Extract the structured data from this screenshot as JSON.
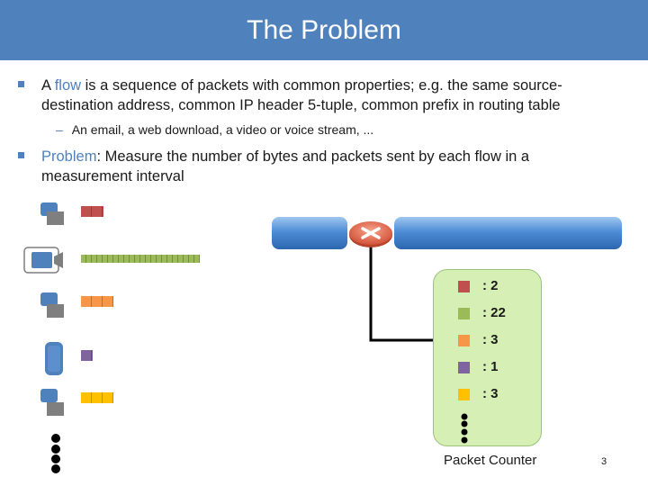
{
  "slide": {
    "title": "The Problem",
    "bullet1": {
      "pre": "A ",
      "term": "flow",
      "rest1": " is a sequence of packets with common properties; e.g. the same source-",
      "rest2": "destination address, common IP header 5-tuple, common prefix in routing table"
    },
    "sub1": "An email, a web download, a video or voice stream, ...",
    "bullet2": {
      "term": "Problem",
      "rest1": ": Measure the number of bytes and packets sent by each flow in a",
      "rest2": "measurement  interval"
    },
    "counter": {
      "label": "Packet Counter",
      "rows": [
        {
          "color": "#c0504d",
          "value": ": 2"
        },
        {
          "color": "#9bbb59",
          "value": ": 22"
        },
        {
          "color": "#f79646",
          "value": ": 3"
        },
        {
          "color": "#8064a2",
          "value": ": 1"
        },
        {
          "color": "#ffc000",
          "value": ": 3"
        }
      ]
    },
    "flows": [
      {
        "icon": "email-icon",
        "color": "#c0504d",
        "packets": 2
      },
      {
        "icon": "video-camera-icon",
        "color": "#9bbb59",
        "packets": 22
      },
      {
        "icon": "email-icon",
        "color": "#f79646",
        "packets": 3
      },
      {
        "icon": "phone-icon",
        "color": "#8064a2",
        "packets": 1
      },
      {
        "icon": "email-icon",
        "color": "#ffc000",
        "packets": 3
      }
    ],
    "page_number": "3",
    "colors": {
      "title_bar": "#4f81bd",
      "pipe": "#4f8dd6",
      "router": "#e06a4a",
      "counter_bg": "#d6efb5"
    }
  }
}
